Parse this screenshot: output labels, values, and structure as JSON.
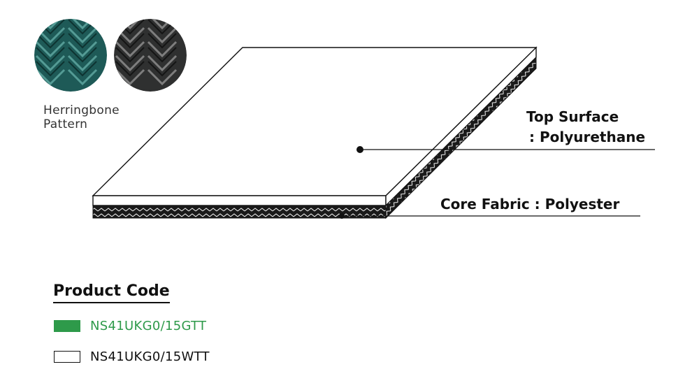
{
  "swatches": {
    "caption_line1": "Herringbone",
    "caption_line2": "Pattern",
    "items": [
      {
        "name": "green-swatch",
        "color": "#1e5a57"
      },
      {
        "name": "black-swatch",
        "color": "#2f3030"
      }
    ]
  },
  "layers": {
    "top": {
      "line1": "Top Surface",
      "line2": ": Polyurethane"
    },
    "core": {
      "label": "Core Fabric : Polyester"
    }
  },
  "legend": {
    "title": "Product Code",
    "items": [
      {
        "code": "NS41UKG0/15GTT",
        "color": "#2e9a4a",
        "text_color": "#2e9a4a",
        "filled": true
      },
      {
        "code": "NS41UKG0/15WTT",
        "color": "#ffffff",
        "text_color": "#111111",
        "filled": false
      }
    ]
  }
}
